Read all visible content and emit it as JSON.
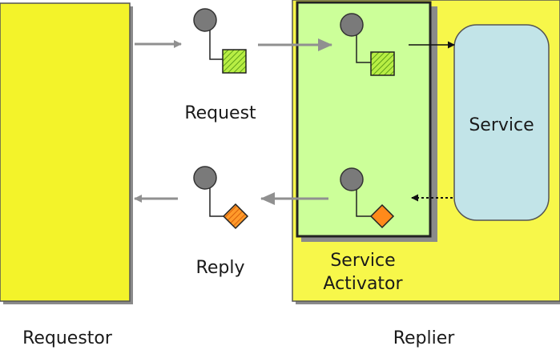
{
  "labels": {
    "request": "Request",
    "reply": "Reply",
    "service": "Service",
    "service_activator_line1": "Service",
    "service_activator_line2": "Activator",
    "requestor": "Requestor",
    "replier": "Replier"
  },
  "colors": {
    "requestor_fill": "#f3f32a",
    "replier_fill": "#f7f74a",
    "activator_fill": "#ccff99",
    "service_fill": "#c2e4e8",
    "connector_gray": "#707070",
    "request_square": "#99dd33",
    "reply_diamond": "#ff8a1a"
  }
}
